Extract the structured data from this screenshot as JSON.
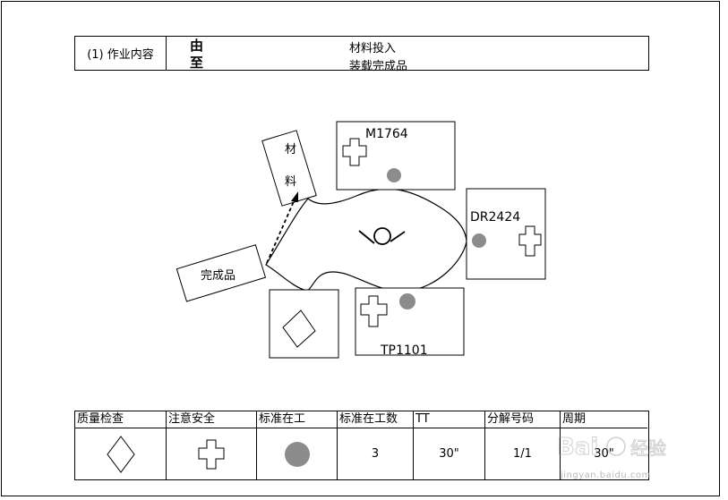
{
  "header": {
    "label": "(1) 作业内容",
    "from_label": "由",
    "to_label": "至",
    "from_value": "材料投入",
    "to_value": "装载完成品"
  },
  "layout": {
    "material_box_chars": [
      "材",
      "料"
    ],
    "finished_goods_label": "完成品",
    "machines": [
      {
        "id": "M1764"
      },
      {
        "id": "DR2424"
      },
      {
        "id": "TP1101"
      }
    ]
  },
  "legend_table": {
    "columns": [
      {
        "header": "质量检查",
        "symbol": "diamond-icon",
        "value": ""
      },
      {
        "header": "注意安全",
        "symbol": "cross-icon",
        "value": ""
      },
      {
        "header": "标准在工",
        "symbol": "circle-icon",
        "value": ""
      },
      {
        "header": "标准在工数",
        "symbol": "",
        "value": "3"
      },
      {
        "header": "TT",
        "symbol": "",
        "value": "30\""
      },
      {
        "header": "分解号码",
        "symbol": "",
        "value": "1/1"
      },
      {
        "header": "周期",
        "symbol": "",
        "value": "30\""
      }
    ]
  },
  "watermark": {
    "text": "jingyan.baidu.com"
  },
  "colors": {
    "stock_circle": "#8c8c8c",
    "line": "#000000"
  }
}
